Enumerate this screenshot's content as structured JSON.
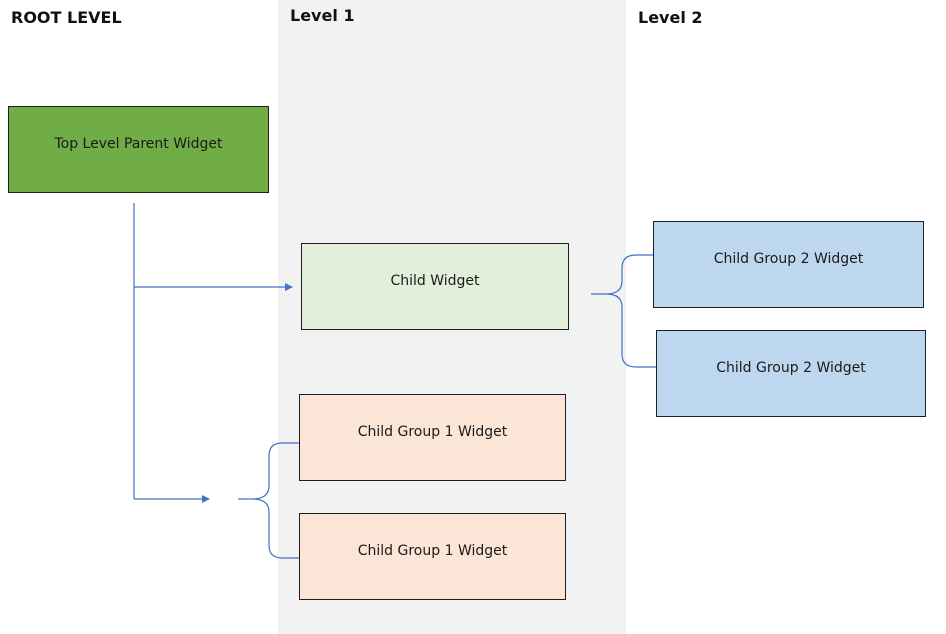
{
  "headings": {
    "root": "ROOT LEVEL",
    "level1": "Level 1",
    "level2": "Level 2"
  },
  "nodes": {
    "parent": "Top Level Parent Widget",
    "child": "Child Widget",
    "group2_a": "Child Group 2 Widget",
    "group2_b": "Child Group 2 Widget",
    "group1_a": "Child Group 1 Widget",
    "group1_b": "Child Group 1 Widget"
  },
  "colors": {
    "parent_fill": "#70ad47",
    "child_fill": "#e2efda",
    "group2_fill": "#bdd7ee",
    "group1_fill": "#fbe5d6",
    "level1_band": "#f2f2f2",
    "connector": "#4472c4"
  }
}
